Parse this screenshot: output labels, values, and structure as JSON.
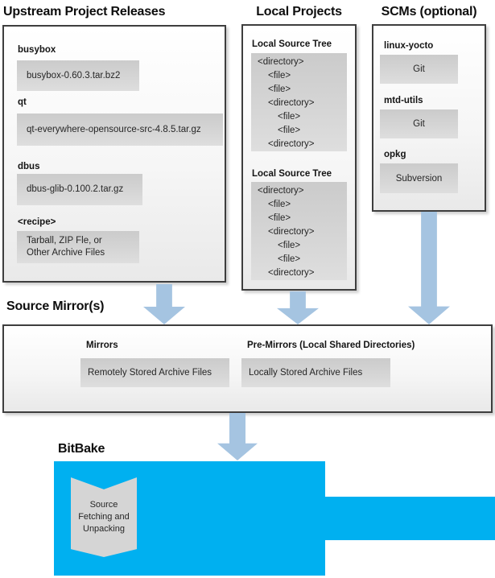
{
  "upstream": {
    "title": "Upstream Project Releases",
    "items": [
      {
        "label": "busybox",
        "value": "busybox-0.60.3.tar.bz2"
      },
      {
        "label": "qt",
        "value": "qt-everywhere-opensource-src-4.8.5.tar.gz"
      },
      {
        "label": "dbus",
        "value": "dbus-glib-0.100.2.tar.gz"
      },
      {
        "label": "<recipe>",
        "value": "Tarball, ZIP Fle, or\nOther Archive Files"
      }
    ]
  },
  "local": {
    "title": "Local Projects",
    "trees": [
      {
        "label": "Local Source Tree",
        "lines": [
          {
            "text": "<directory>",
            "indent": 0
          },
          {
            "text": "<file>",
            "indent": 1
          },
          {
            "text": "<file>",
            "indent": 1
          },
          {
            "text": "<directory>",
            "indent": 1
          },
          {
            "text": "<file>",
            "indent": 2
          },
          {
            "text": "<file>",
            "indent": 2
          },
          {
            "text": "<directory>",
            "indent": 1
          }
        ]
      },
      {
        "label": "Local Source Tree",
        "lines": [
          {
            "text": "<directory>",
            "indent": 0
          },
          {
            "text": "<file>",
            "indent": 1
          },
          {
            "text": "<file>",
            "indent": 1
          },
          {
            "text": "<directory>",
            "indent": 1
          },
          {
            "text": "<file>",
            "indent": 2
          },
          {
            "text": "<file>",
            "indent": 2
          },
          {
            "text": "<directory>",
            "indent": 1
          }
        ]
      }
    ]
  },
  "scms": {
    "title": "SCMs (optional)",
    "items": [
      {
        "label": "linux-yocto",
        "value": "Git"
      },
      {
        "label": "mtd-utils",
        "value": "Git"
      },
      {
        "label": "opkg",
        "value": "Subversion"
      }
    ]
  },
  "mirrors": {
    "title": "Source Mirror(s)",
    "items": [
      {
        "label": "Mirrors",
        "value": "Remotely Stored Archive Files"
      },
      {
        "label": "Pre-Mirrors (Local Shared Directories)",
        "value": "Locally Stored Archive Files"
      }
    ]
  },
  "bitbake": {
    "title": "BitBake",
    "ribbon": "Source Fetching and Unpacking"
  },
  "colors": {
    "accent_cyan": "#00b0f0",
    "arrow_blue": "#a5c4e1",
    "box_gray": "#d2d2d2",
    "panel_border": "#3e3e3e"
  }
}
